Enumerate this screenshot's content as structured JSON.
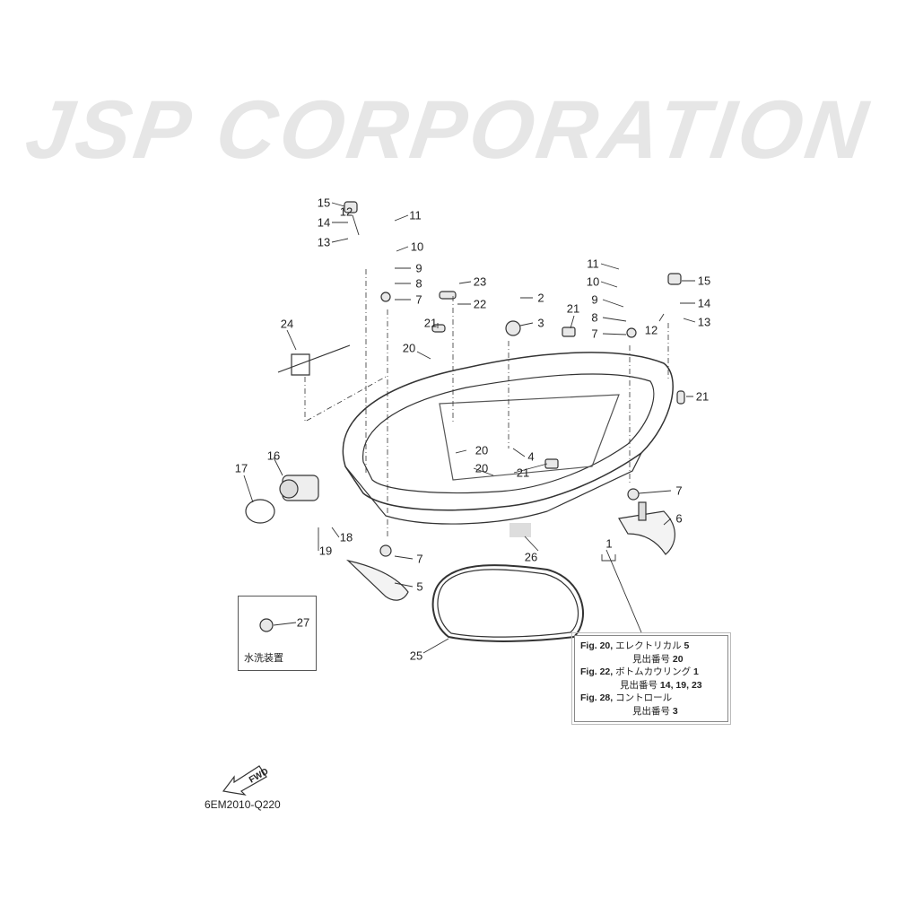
{
  "watermark": "JSP CORPORATION",
  "callouts": [
    "15",
    "14",
    "13",
    "12",
    "11",
    "10",
    "9",
    "8",
    "7",
    "23",
    "22",
    "2",
    "3",
    "21",
    "20",
    "21",
    "11",
    "10",
    "9",
    "8",
    "7",
    "12",
    "15",
    "14",
    "13",
    "21",
    "24",
    "20",
    "4",
    "20",
    "21",
    "16",
    "17",
    "7",
    "6",
    "18",
    "19",
    "1",
    "26",
    "7",
    "5",
    "27",
    "25"
  ],
  "reference_box": {
    "lines": [
      {
        "fig": "Fig. 20,",
        "name": "エレクトリカル",
        "num": "5",
        "sub_label": "見出番号",
        "sub_nums": "20"
      },
      {
        "fig": "Fig. 22,",
        "name": "ボトムカウリング",
        "num": "1",
        "sub_label": "見出番号",
        "sub_nums": "14, 19, 23"
      },
      {
        "fig": "Fig. 28,",
        "name": "コントロール",
        "num": "",
        "sub_label": "見出番号",
        "sub_nums": "3"
      }
    ]
  },
  "wash_box_label": "水洗装置",
  "fwd_label": "FWD",
  "part_code": "6EM2010-Q220"
}
